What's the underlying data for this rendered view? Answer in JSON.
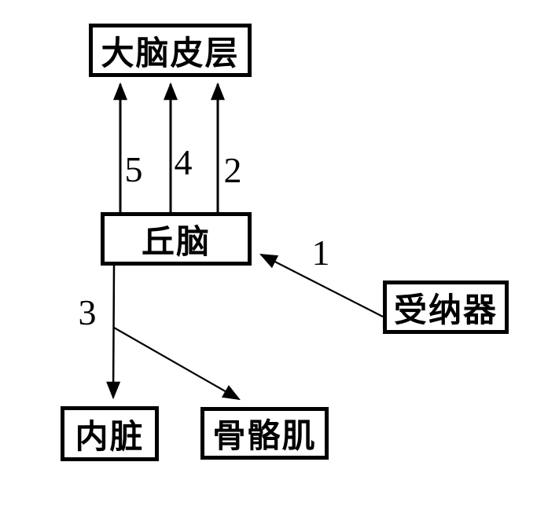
{
  "diagram": {
    "colors": {
      "background": "#ffffff",
      "line": "#000000",
      "box_border": "#000000",
      "text": "#000000"
    },
    "boxes": {
      "cortex": {
        "label": "大脑皮层"
      },
      "thalamus": {
        "label": "丘脑"
      },
      "receptor": {
        "label": "受纳器"
      },
      "viscera": {
        "label": "内脏"
      },
      "skeletal_muscle": {
        "label": "骨骼肌"
      }
    },
    "arrows": {
      "a5": {
        "label": "5",
        "from": "丘脑",
        "to": "大脑皮层"
      },
      "a4": {
        "label": "4",
        "from": "丘脑",
        "to": "大脑皮层"
      },
      "a2": {
        "label": "2",
        "from": "丘脑",
        "to": "大脑皮层"
      },
      "a1": {
        "label": "1",
        "from": "受纳器",
        "to": "丘脑"
      },
      "a3": {
        "label": "3",
        "from": "丘脑",
        "to": "内脏"
      },
      "a6": {
        "label": "",
        "from": "丘脑",
        "to": "骨骼肌"
      }
    }
  }
}
